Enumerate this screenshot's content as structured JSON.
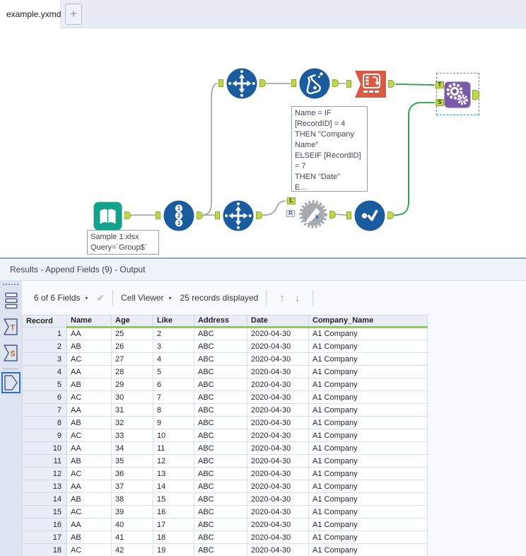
{
  "tab_bar": {
    "active_tab": "example.yxmd",
    "close_glyph": "×",
    "new_tab_glyph": "+"
  },
  "canvas": {
    "tool_icons": {
      "input-data-tool": "open-book-icon",
      "record-id-tool": "numbered-circles-123-icon",
      "transpose-tool-top": "cross-arrows-icon",
      "formula-tool": "flask-icon",
      "crosstab-tool": "table-arrow-icon",
      "transpose-tool-bottom": "cross-arrows-icon",
      "find-replace-tool": "pen-gear-icon",
      "select-tool": "dot-check-icon",
      "append-fields-tool": "double-gear-icon"
    },
    "annotations": {
      "formula_note": "Name = IF\n[RecordID] = 4\nTHEN \"Company\nName\"\nELSEIF [RecordID]\n= 7\nTHEN \"Date\"\nE...",
      "input_note": "Sample 1.xlsx\nQuery=`Group$`"
    },
    "anchors": {
      "t": "T",
      "s": "S",
      "l": "L",
      "r": "R"
    }
  },
  "results": {
    "title": "Results - Append Fields (9) - Output",
    "toolbar": {
      "fields_dropdown": "6 of 6 Fields",
      "apply_glyph": "✔",
      "cell_viewer_dropdown": "Cell Viewer",
      "records_displayed": "25 records displayed",
      "up_glyph": "↑",
      "down_glyph": "↓"
    },
    "anchor_strip": {
      "t_label": "T",
      "s_label": "S"
    },
    "table": {
      "columns": [
        "Record",
        "Name",
        "Age",
        "Like",
        "Address",
        "Date",
        "Company_Name"
      ],
      "rows": [
        [
          "1",
          "AA",
          "25",
          "2",
          "ABC",
          "2020-04-30",
          "A1 Company"
        ],
        [
          "2",
          "AB",
          "26",
          "3",
          "ABC",
          "2020-04-30",
          "A1 Company"
        ],
        [
          "3",
          "AC",
          "27",
          "4",
          "ABC",
          "2020-04-30",
          "A1 Company"
        ],
        [
          "4",
          "AA",
          "28",
          "5",
          "ABC",
          "2020-04-30",
          "A1 Company"
        ],
        [
          "5",
          "AB",
          "29",
          "6",
          "ABC",
          "2020-04-30",
          "A1 Company"
        ],
        [
          "6",
          "AC",
          "30",
          "7",
          "ABC",
          "2020-04-30",
          "A1 Company"
        ],
        [
          "7",
          "AA",
          "31",
          "8",
          "ABC",
          "2020-04-30",
          "A1 Company"
        ],
        [
          "8",
          "AB",
          "32",
          "9",
          "ABC",
          "2020-04-30",
          "A1 Company"
        ],
        [
          "9",
          "AC",
          "33",
          "10",
          "ABC",
          "2020-04-30",
          "A1 Company"
        ],
        [
          "10",
          "AA",
          "34",
          "11",
          "ABC",
          "2020-04-30",
          "A1 Company"
        ],
        [
          "11",
          "AB",
          "35",
          "12",
          "ABC",
          "2020-04-30",
          "A1 Company"
        ],
        [
          "12",
          "AC",
          "36",
          "13",
          "ABC",
          "2020-04-30",
          "A1 Company"
        ],
        [
          "13",
          "AA",
          "37",
          "14",
          "ABC",
          "2020-04-30",
          "A1 Company"
        ],
        [
          "14",
          "AB",
          "38",
          "15",
          "ABC",
          "2020-04-30",
          "A1 Company"
        ],
        [
          "15",
          "AC",
          "39",
          "16",
          "ABC",
          "2020-04-30",
          "A1 Company"
        ],
        [
          "16",
          "AA",
          "40",
          "17",
          "ABC",
          "2020-04-30",
          "A1 Company"
        ],
        [
          "17",
          "AB",
          "41",
          "18",
          "ABC",
          "2020-04-30",
          "A1 Company"
        ],
        [
          "18",
          "AC",
          "42",
          "19",
          "ABC",
          "2020-04-30",
          "A1 Company"
        ]
      ]
    }
  },
  "colors": {
    "tool_blue": "#1a5c9e",
    "tool_teal": "#14a18b",
    "tool_red": "#d95b43",
    "tool_purple": "#7a5ba6",
    "tool_gray": "#a7abb0",
    "anchor_green": "#c0d64c",
    "wire_gray": "#9b9b9b",
    "wire_green": "#18a23b",
    "header_accent_green": "#8bd24a",
    "selection_blue": "#2e6fd0",
    "panel_bg": "#eef3fa"
  }
}
